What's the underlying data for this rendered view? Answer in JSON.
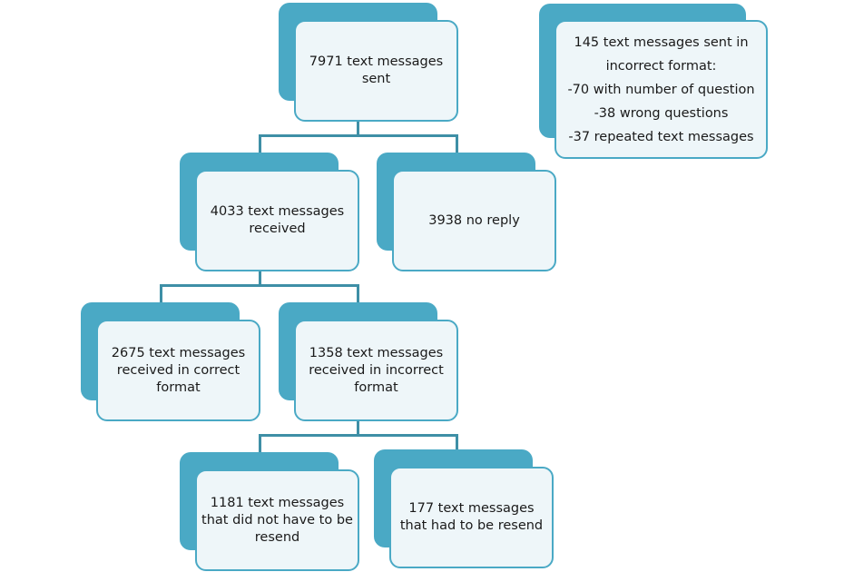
{
  "diagram": {
    "nodes": {
      "sent": [
        "7971 text messages",
        "sent"
      ],
      "received": [
        "4033 text messages",
        "received"
      ],
      "no_reply": [
        "3938 no reply"
      ],
      "correct": [
        "2675 text messages",
        "received  in correct",
        "format"
      ],
      "incorrect": [
        "1358 text messages",
        "received  in incorrect",
        "format"
      ],
      "no_resend": [
        "1181 text messages",
        "that did not have to be",
        "resend"
      ],
      "resend": [
        "177 text messages",
        "that had to be resend"
      ]
    },
    "note": [
      "145 text messages sent in",
      "incorrect format:",
      "-70 with number of question",
      "-38 wrong questions",
      "-37 repeated text messages"
    ]
  },
  "colors": {
    "accent": "#4aa9c5",
    "connector": "#3e8fa6",
    "box_fill": "#eef6f9"
  }
}
